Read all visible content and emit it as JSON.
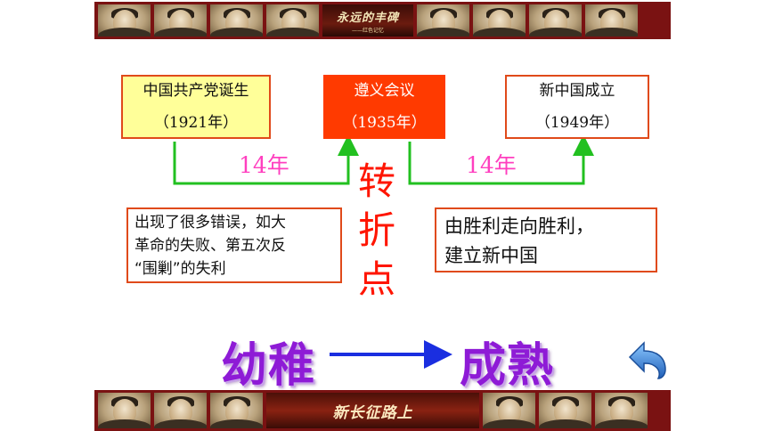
{
  "milestones": [
    {
      "name": "中国共产党诞生",
      "year": "（1921年）"
    },
    {
      "name": "遵义会议",
      "year": "（1935年）"
    },
    {
      "name": "新中国成立",
      "year": "（1949年）"
    }
  ],
  "spans": [
    "14年",
    "14年"
  ],
  "turning_point": [
    "转",
    "折",
    "点"
  ],
  "notes": {
    "left": [
      "出现了很多错误，如大",
      "革命的失败、第五次反",
      "“围剿”的失利"
    ],
    "right": [
      "由胜利走向胜利，",
      "建立新中国"
    ]
  },
  "transition": {
    "from": "幼稚",
    "to": "成熟"
  },
  "banners": {
    "top_title": "永远的丰碑",
    "top_subtitle": "——红色记忆",
    "bottom_title": "新长征路上"
  },
  "colors": {
    "box_yellow": "#ffff99",
    "box_red": "#ff3a00",
    "border": "#e04a1a",
    "connector_green": "#22c020",
    "arrow_blue": "#1a2ee0",
    "span_pink": "#ff3fbf",
    "word_purple": "#8e1bd6",
    "back_icon_blue": "#2a7fd6"
  },
  "icons": {
    "back": "back-arrow-icon"
  }
}
